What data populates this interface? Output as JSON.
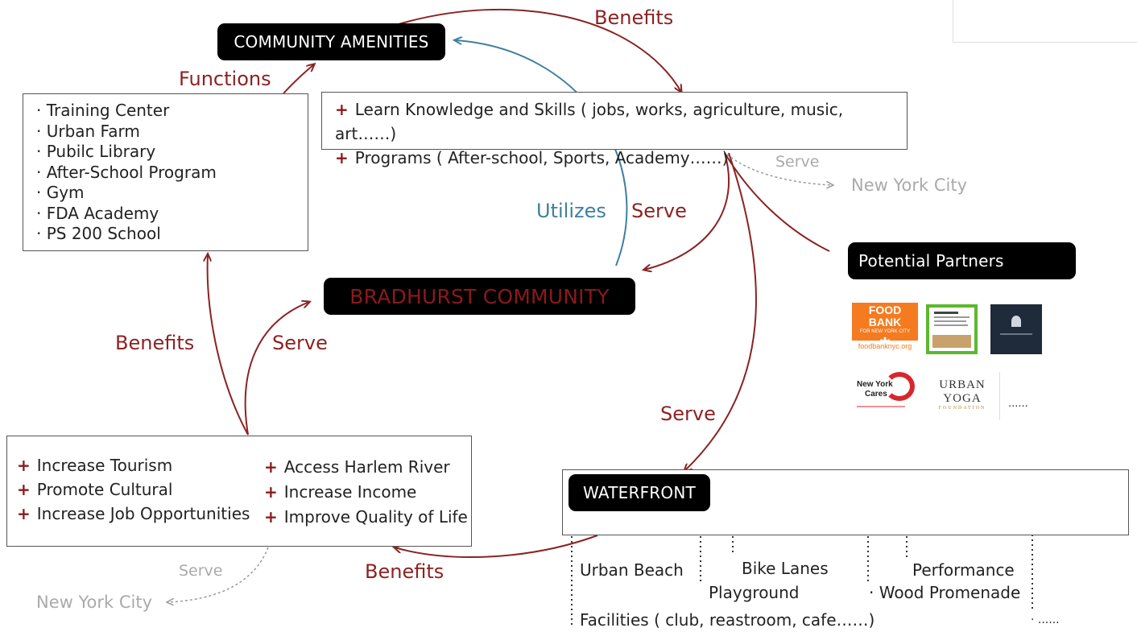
{
  "nodes": {
    "community_amenities": "COMMUNITY AMENITIES",
    "bradhurst_community": "BRADHURST COMMUNITY",
    "waterfront": "WATERFRONT",
    "potential_partners": "Potential Partners"
  },
  "amenities_list": [
    "· Training Center",
    "· Urban Farm",
    "· Pubilc Library",
    "· After-School Program",
    "· Gym",
    "· FDA Academy",
    "· PS 200 School"
  ],
  "offer_list": [
    "Learn Knowledge and Skills ( jobs, works, agriculture, music, art……)",
    "Programs ( After-school, Sports, Academy……)"
  ],
  "benefits_left": [
    "Increase Tourism",
    "Promote Cultural",
    "Increase Job Opportunities"
  ],
  "benefits_right": [
    "Access Harlem River",
    "Increase Income",
    "Improve Quality of Life"
  ],
  "edge_labels": {
    "functions": "Functions",
    "benefits_top": "Benefits",
    "utilizes": "Utilizes",
    "serve_mid": "Serve",
    "serve_nyc_top": "Serve",
    "nyc_top": "New York  City",
    "benefits_left": "Benefits",
    "serve_left": "Serve",
    "serve_waterfront": "Serve",
    "benefits_bottom": "Benefits",
    "serve_nyc_bottom": "Serve",
    "nyc_bottom": "New York  City"
  },
  "waterfront_items": {
    "urban_beach": "Urban Beach",
    "bike_lanes": "Bike Lanes",
    "performance": "Performance",
    "playground": "Playground",
    "wood_promenade": "· Wood Promenade",
    "facilities": "Facilities ( club, reastroom, cafe……)",
    "more": "· ......"
  },
  "partners": {
    "food_bank_title": "FOOD BANK",
    "food_bank_sub": "FOR NEW YORK CITY",
    "food_bank_url": "foodbanknyc.org",
    "ny_cares_line1": "New York",
    "ny_cares_line2": "Cares",
    "urban_yoga": "URBAN YOGA",
    "urban_yoga_sub": "FOUNDATION",
    "more": "......"
  },
  "colors": {
    "arrow_red": "#8b2323",
    "arrow_blue": "#3f7fa0",
    "grey": "#aaaaaa",
    "pill_bg": "#000000",
    "bradhurst_text": "#8b1a1a",
    "food_bank_orange": "#f47b20",
    "green_logo": "#5cb82e",
    "navy_logo": "#1f2a3a"
  }
}
